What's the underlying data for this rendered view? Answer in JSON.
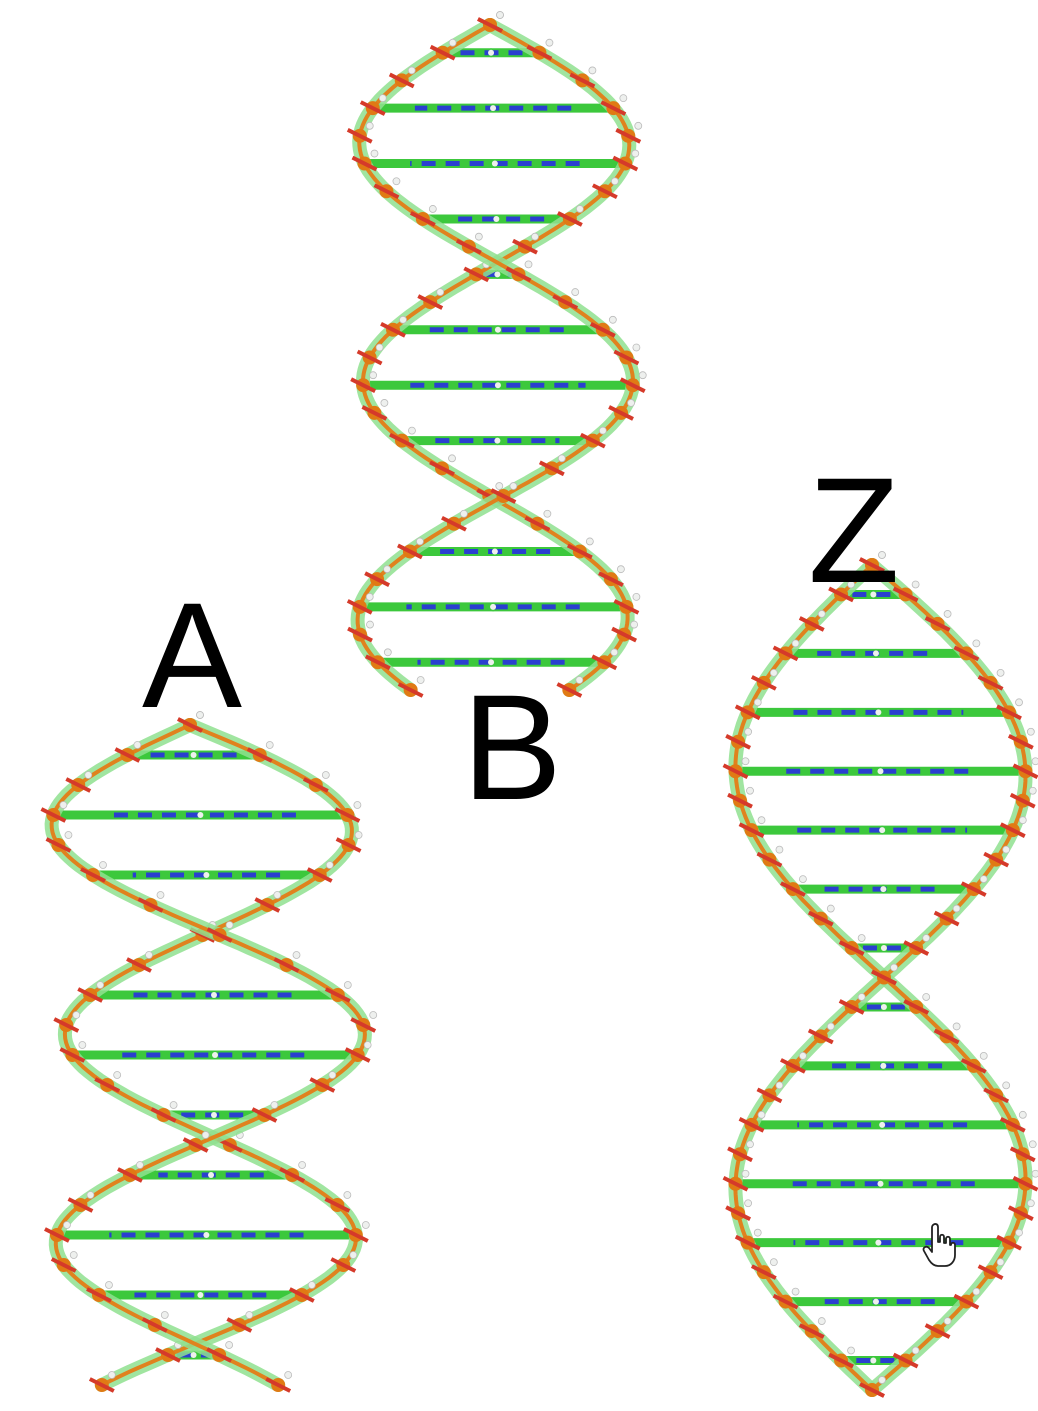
{
  "labels": {
    "a": "A",
    "b": "B",
    "z": "Z"
  },
  "colors": {
    "carbon": "#3cc83c",
    "carbon_light": "#8fe08f",
    "nitrogen": "#2a3fd0",
    "oxygen": "#d53a2a",
    "phosphorus": "#e07a14",
    "hydrogen": "#eef0ee",
    "backbone": "#e0821e"
  },
  "icons": {
    "cursor": "hand-pointer-icon"
  },
  "helices": [
    {
      "name": "a-dna",
      "turns": 1.6,
      "base_pairs": 11,
      "handedness": "right"
    },
    {
      "name": "b-dna",
      "turns": 1.4,
      "base_pairs": 12,
      "handedness": "right"
    },
    {
      "name": "z-dna",
      "turns": 1.0,
      "base_pairs": 14,
      "handedness": "left"
    }
  ]
}
